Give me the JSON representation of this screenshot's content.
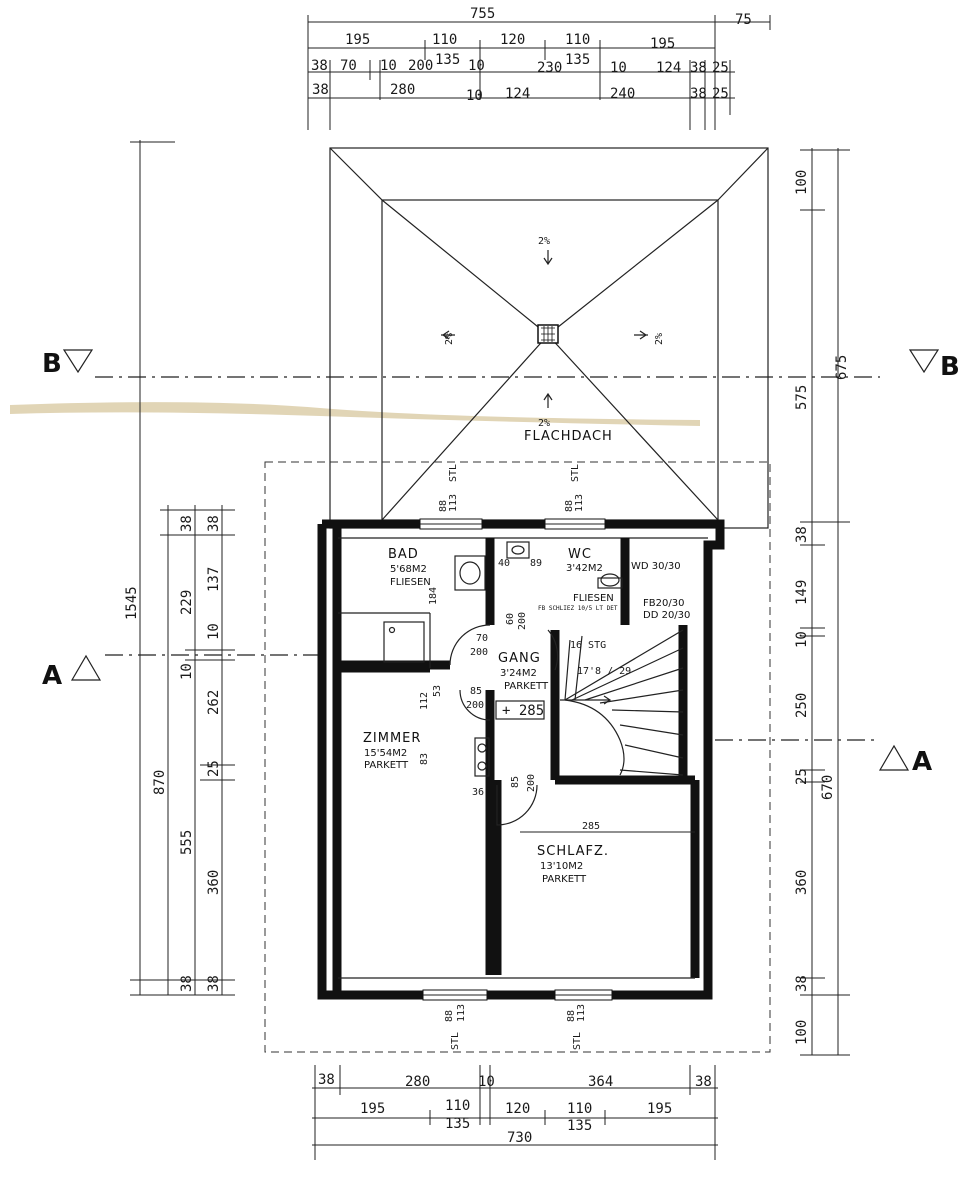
{
  "sections": {
    "a_left": "A",
    "a_right": "A",
    "b_left": "B",
    "b_right": "B"
  },
  "top_dims": {
    "total": "755",
    "right_overhang": "75",
    "r1": [
      "195",
      "110",
      "120",
      "110",
      "195"
    ],
    "r1b": [
      "135",
      "135"
    ],
    "r2": [
      "38",
      "70",
      "10",
      "200",
      "10",
      "230",
      "10",
      "124",
      "38",
      "25"
    ],
    "r3": [
      "38",
      "280",
      "10",
      "124",
      "240",
      "38",
      "25"
    ]
  },
  "bottom_dims": {
    "r1": [
      "38",
      "280",
      "10",
      "364",
      "38"
    ],
    "r2": [
      "195",
      "110",
      "120",
      "110",
      "195"
    ],
    "r2b": [
      "135",
      "135"
    ],
    "r3": "730"
  },
  "left_dims": {
    "total": "1545",
    "sub": "870",
    "c2": [
      "10",
      "555"
    ],
    "c1a": [
      "38",
      "229"
    ],
    "c1b": [
      "38",
      "137",
      "10",
      "262",
      "25",
      "360",
      "38"
    ],
    "c1c": "38"
  },
  "right_dims": {
    "c1": [
      "100",
      "575",
      "38",
      "149",
      "10",
      "250",
      "25",
      "360",
      "38",
      "100"
    ],
    "c2": [
      "675",
      "670"
    ]
  },
  "roof": {
    "label": "FLACHDACH",
    "slopes": [
      "2%",
      "2%",
      "2%",
      "2%"
    ]
  },
  "rooms": {
    "bad": {
      "name": "BAD",
      "area": "5'68M2",
      "floor": "FLIESEN",
      "dim": "184"
    },
    "wc": {
      "name": "WC",
      "area": "3'42M2",
      "floor": "FLIESEN",
      "dims": [
        "40",
        "89"
      ],
      "note": "FB SCHLIEZ 10/5 LT DET"
    },
    "wd": {
      "label": "WD 30/30",
      "fb": "FB20/30",
      "dd": "DD 20/30"
    },
    "gang": {
      "name": "GANG",
      "area": "3'24M2",
      "floor": "PARKETT",
      "level": "+ 285",
      "door_dims": [
        "70",
        "200",
        "85",
        "200",
        "60",
        "200"
      ]
    },
    "stair": {
      "count": "16 STG",
      "ratio": "17'8 / 29"
    },
    "zimmer": {
      "name": "ZIMMER",
      "area": "15'54M2",
      "floor": "PARKETT",
      "dims": [
        "53",
        "112",
        "83",
        "36"
      ]
    },
    "schlafz": {
      "name": "SCHLAFZ.",
      "area": "13'10M2",
      "floor": "PARKETT",
      "width": "285",
      "door": [
        "85",
        "200"
      ]
    }
  },
  "windows": {
    "top": [
      "88",
      "113",
      "STL",
      "88",
      "113",
      "STL"
    ],
    "bottom": [
      "88",
      "113",
      "STL",
      "88",
      "113",
      "STL"
    ]
  }
}
